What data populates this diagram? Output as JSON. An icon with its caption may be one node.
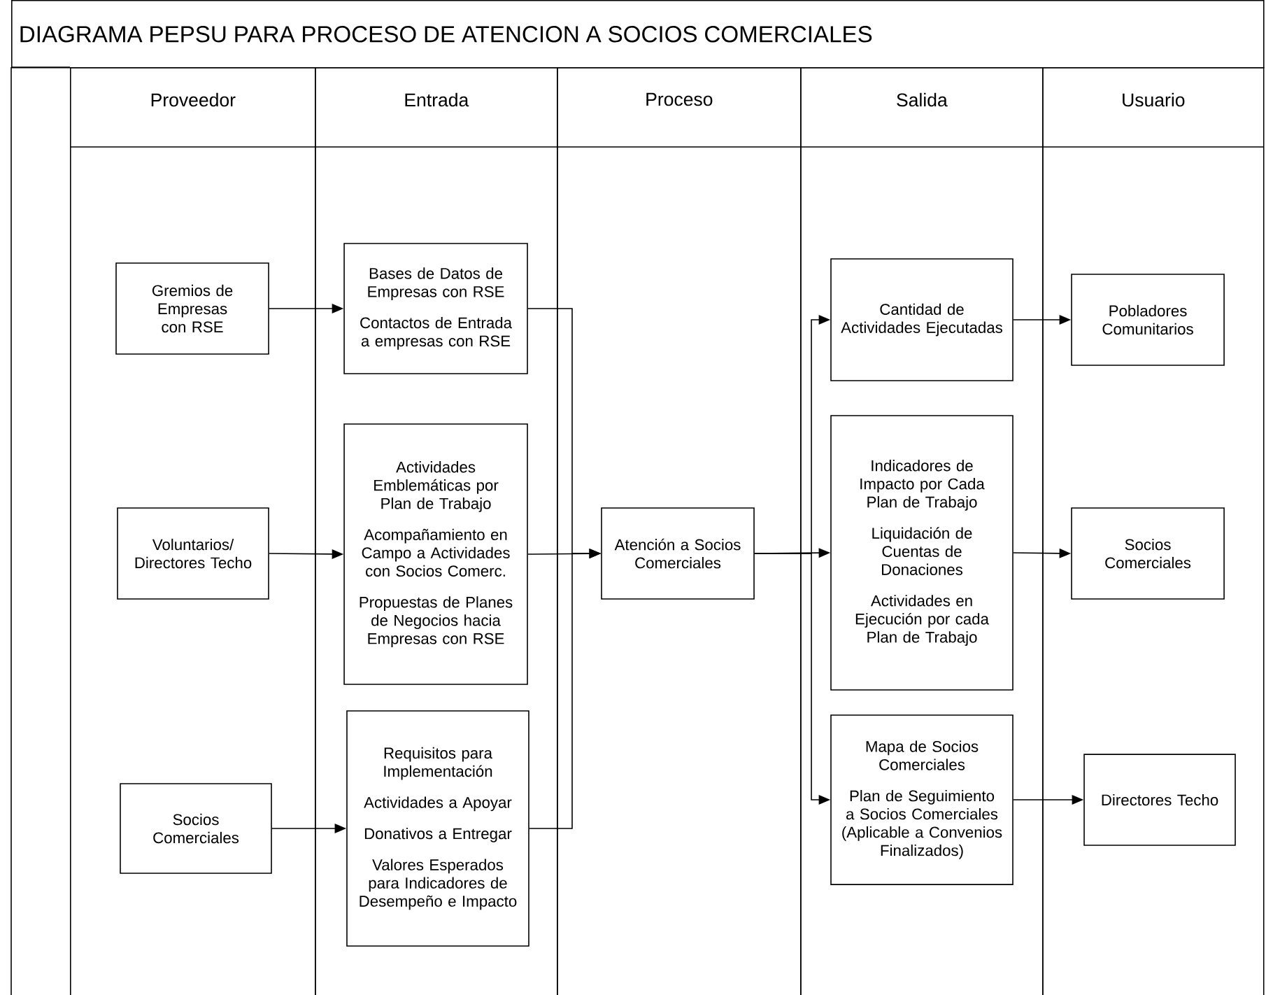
{
  "diagram": {
    "title": "DIAGRAMA PEPSU PARA PROCESO DE ATENCION A SOCIOS COMERCIALES",
    "nodes": [
      {
        "text": [
          "Proveedor"
        ]
      },
      {
        "text": [
          "Entrada"
        ]
      },
      {
        "text": [
          "Proceso"
        ]
      },
      {
        "text": [
          "Salida"
        ]
      },
      {
        "text": [
          "Usuario"
        ]
      },
      {
        "text": [
          "Gremios de Empresas con RSE"
        ],
        "in": 0
      },
      {
        "text": [
          "Voluntarios/ Directores Techo"
        ],
        "in": 0
      },
      {
        "text": [
          "Socios Comerciales"
        ],
        "in": 0
      },
      {
        "text": [
          "Bases de Datos de Empresas con RSE",
          "Contactos de Entrada a empresas con RSE"
        ],
        "in": 1
      },
      {
        "text": [
          "Actividades Emblemáticas por Plan de Trabajo",
          "Acompañamiento en Campo a Actividades con Socios Comerc.",
          "Propuestas de Planes de Negocios hacia Empresas con RSE"
        ],
        "in": 1
      },
      {
        "text": [
          "Requisitos para Implementación",
          "Actividades a Apoyar",
          "Donativos a Entregar",
          "Valores Esperados para Indicadores de Desempeño e Impacto"
        ],
        "in": 1
      },
      {
        "text": [
          "Atención a Socios Comerciales"
        ],
        "in": 2
      },
      {
        "text": [
          "Cantidad de Actividades Ejecutadas"
        ],
        "in": 3
      },
      {
        "text": [
          "Indicadores de Impacto por Cada Plan de Trabajo",
          "Liquidación de Cuentas de Donaciones",
          "Actividades en Ejecución por cada Plan de Trabajo"
        ],
        "in": 3
      },
      {
        "text": [
          "Mapa de Socios Comerciales",
          "Plan de Seguimiento a Socios Comerciales (Aplicable a Convenios Finalizados)"
        ],
        "in": 3
      },
      {
        "text": [
          "Pobladores Comunitarios"
        ],
        "in": 4
      },
      {
        "text": [
          "Socios Comerciales"
        ],
        "in": 4
      },
      {
        "text": [
          "Directores Techo"
        ],
        "in": 4
      }
    ],
    "edges": [
      {
        "from": 5,
        "to": 8,
        "arrow": "to"
      },
      {
        "from": 6,
        "to": 9,
        "arrow": "to"
      },
      {
        "from": 7,
        "to": 10,
        "arrow": "to"
      },
      {
        "from": 8,
        "to": 11,
        "arrow": "to"
      },
      {
        "from": 9,
        "to": 11,
        "arrow": "to"
      },
      {
        "from": 10,
        "to": 11,
        "arrow": "to"
      },
      {
        "from": 11,
        "to": 12,
        "arrow": "to"
      },
      {
        "from": 11,
        "to": 13,
        "arrow": "to"
      },
      {
        "from": 11,
        "to": 14,
        "arrow": "to"
      },
      {
        "from": 12,
        "to": 15,
        "arrow": "to"
      },
      {
        "from": 13,
        "to": 16,
        "arrow": "to"
      },
      {
        "from": 14,
        "to": 17,
        "arrow": "to"
      }
    ]
  }
}
